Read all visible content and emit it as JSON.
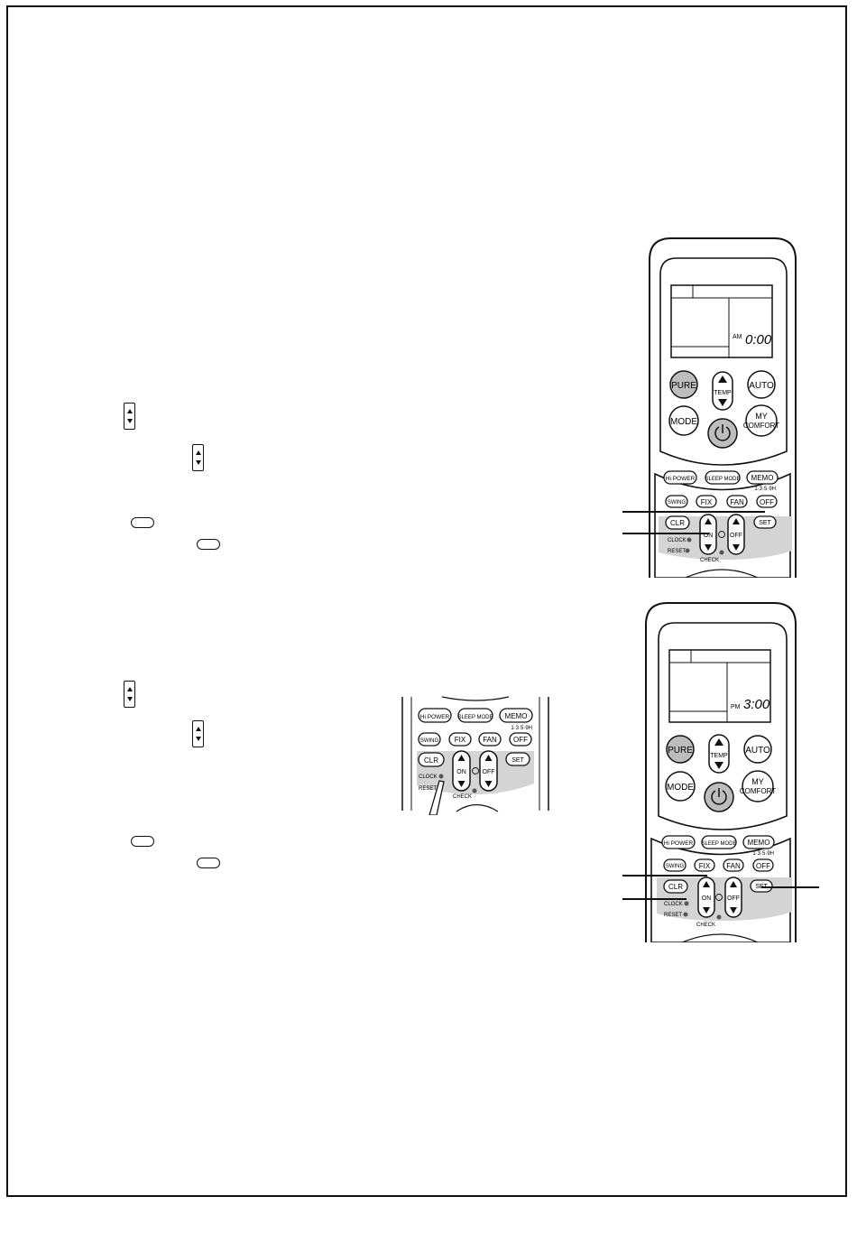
{
  "remote_labels": {
    "pure": "PURE",
    "temp": "TEMP",
    "auto": "AUTO",
    "mode": "MODE",
    "my_comfort_1": "MY",
    "my_comfort_2": "COMFORT",
    "hi_power": "Hi POWER",
    "sleep_mode": "SLEEP MODE",
    "memo": "MEMO",
    "timer_hours": "1·3·5·9H",
    "swing": "SWING",
    "fix": "FIX",
    "fan": "FAN",
    "off": "OFF",
    "clr": "CLR",
    "on": "ON",
    "set": "SET",
    "clock": "CLOCK",
    "reset": "RESET",
    "check": "CHECK"
  },
  "remote_top": {
    "display_period": "AM",
    "display_time": "0:00"
  },
  "remote_bottom": {
    "display_period": "PM",
    "display_time": "3:00"
  },
  "icons": [
    "up-down-button-icon",
    "oval-button-icon",
    "power-icon",
    "clock-timer-icon",
    "stylus-icon"
  ]
}
